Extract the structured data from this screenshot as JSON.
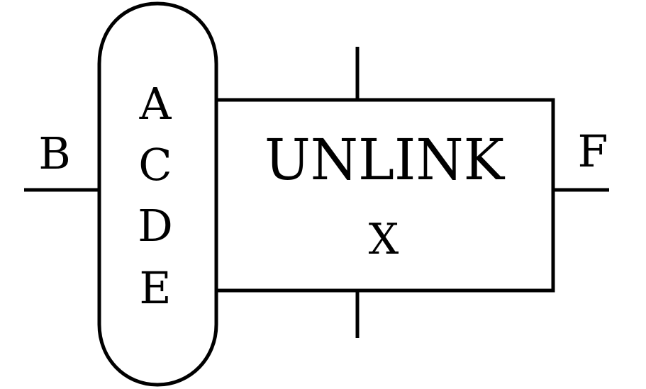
{
  "diagram": {
    "left_input_label": "B",
    "right_output_label": "F",
    "capsule_labels": [
      "A",
      "C",
      "D",
      "E"
    ],
    "box_title": "UNLINK",
    "box_subtitle": "X"
  },
  "colors": {
    "stroke": "#000000",
    "background": "#ffffff"
  }
}
